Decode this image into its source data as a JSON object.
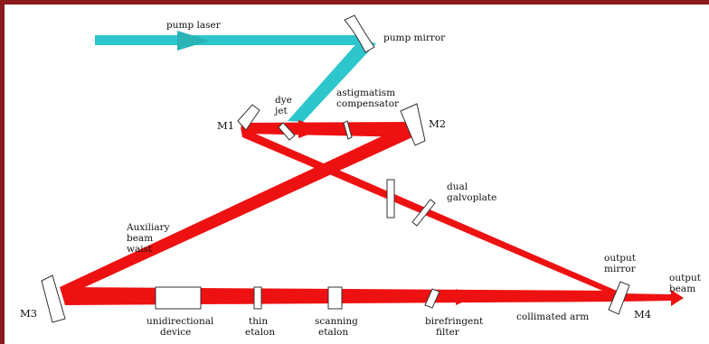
{
  "colors": {
    "frame": "#8b1a1a",
    "pump_beam": "#2cc6cc",
    "laser_beam": "#ee1111",
    "element_fill": "#ffffff",
    "element_stroke": "#333333"
  },
  "labels": {
    "pump_laser": "pump laser",
    "pump_mirror": "pump mirror",
    "dye_jet_1": "dye",
    "dye_jet_2": "jet",
    "astig_1": "astigmatism",
    "astig_2": "compensator",
    "m1": "M1",
    "m2": "M2",
    "m3": "M3",
    "m4": "M4",
    "dual_1": "dual",
    "dual_2": "galvoplate",
    "aux_1": "Auxiliary",
    "aux_2": "beam",
    "aux_3": "waist",
    "output_mirror_1": "output",
    "output_mirror_2": "mirror",
    "output_beam_1": "output",
    "output_beam_2": "beam",
    "unidir_1": "unidirectional",
    "unidir_2": "device",
    "thin_1": "thin",
    "thin_2": "etalon",
    "scan_1": "scanning",
    "scan_2": "etalon",
    "bire_1": "birefringent",
    "bire_2": "filter",
    "collimated": "collimated arm"
  }
}
